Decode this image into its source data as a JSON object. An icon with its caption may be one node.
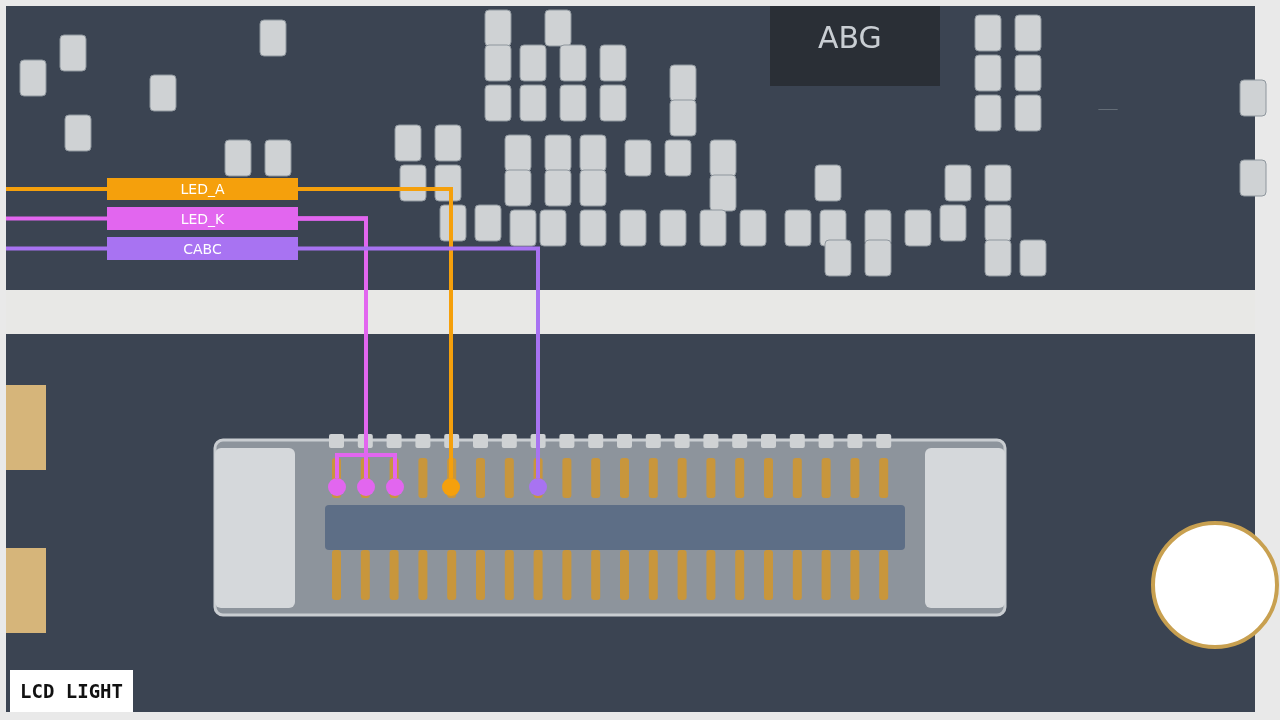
{
  "diagram": {
    "caption": "LCD LIGHT",
    "nodes": [
      {
        "text": [
          "LED_A"
        ]
      },
      {
        "text": [
          "LED_K"
        ]
      },
      {
        "text": [
          "CABC"
        ]
      },
      {
        "text": [],
        "shape": "circle"
      },
      {
        "text": [],
        "shape": "circle"
      },
      {
        "text": [],
        "shape": "circle"
      },
      {
        "text": [],
        "shape": "circle"
      },
      {
        "text": [],
        "shape": "circle"
      }
    ],
    "edges": [
      {
        "from": null,
        "to": 0,
        "arrow": "none",
        "color": "#f5a00c"
      },
      {
        "from": null,
        "to": 1,
        "arrow": "none",
        "color": "#e266ef"
      },
      {
        "from": null,
        "to": 2,
        "arrow": "none",
        "color": "#a873f2"
      },
      {
        "from": 0,
        "to": 6,
        "arrow": "none",
        "color": "#f5a00c"
      },
      {
        "from": 1,
        "to": 3,
        "arrow": "none",
        "color": "#e266ef"
      },
      {
        "from": 1,
        "to": 4,
        "arrow": "none",
        "color": "#e266ef"
      },
      {
        "from": 1,
        "to": 5,
        "arrow": "none",
        "color": "#e266ef"
      },
      {
        "from": 2,
        "to": 7,
        "arrow": "none",
        "color": "#a873f2"
      }
    ],
    "labels": [
      "ABG"
    ]
  }
}
